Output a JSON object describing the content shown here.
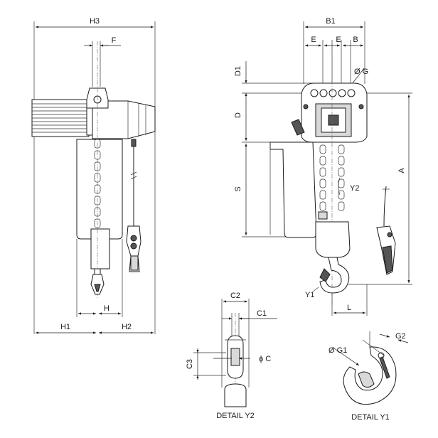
{
  "labels": {
    "h3": "H3",
    "f": "F",
    "h": "H",
    "h1": "H1",
    "h2": "H2",
    "b1": "B1",
    "e_left": "E",
    "e_mid": "E",
    "b": "B",
    "d1": "D1",
    "g": "Ø G",
    "d": "D",
    "s": "S",
    "a": "A",
    "y2": "Y2",
    "y1": "Y1",
    "l": "L",
    "c2": "C2",
    "c1": "C1",
    "c3": "C3",
    "c": "ϕ C",
    "g1": "Ø G1",
    "g2": "G2"
  },
  "captions": {
    "detail_y2": "DETAIL Y2",
    "detail_y1": "DETAIL Y1"
  }
}
